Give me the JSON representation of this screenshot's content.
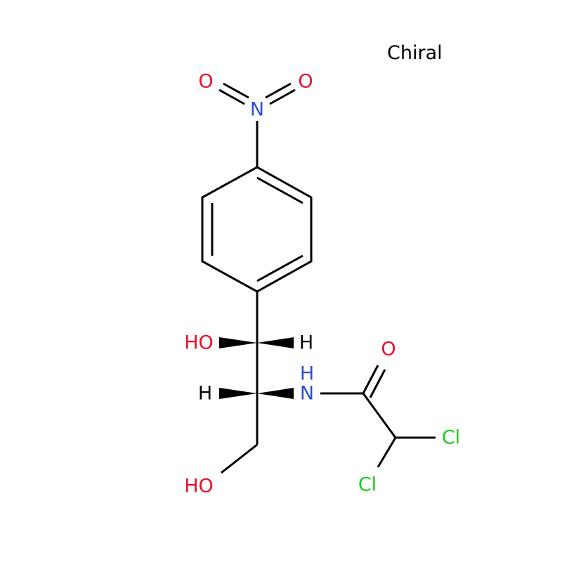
{
  "diagram": {
    "type": "chemical-structure",
    "annotation": "Chiral",
    "colors": {
      "bond": "#000000",
      "oxygen": "#e8102a",
      "nitrogen": "#2b4fd8",
      "chlorine": "#1ec81e",
      "hydrogen": "#000000"
    },
    "atoms": {
      "nitro_o_left": "O",
      "nitro_n": "N",
      "nitro_o_right": "O",
      "hydroxyl_1": "HO",
      "h_1": "H",
      "h_2": "H",
      "amide_nh_h": "H",
      "amide_nh_n": "N",
      "carbonyl_o": "O",
      "cl_right": "Cl",
      "cl_bottom": "Cl",
      "hydroxyl_2": "HO"
    }
  }
}
